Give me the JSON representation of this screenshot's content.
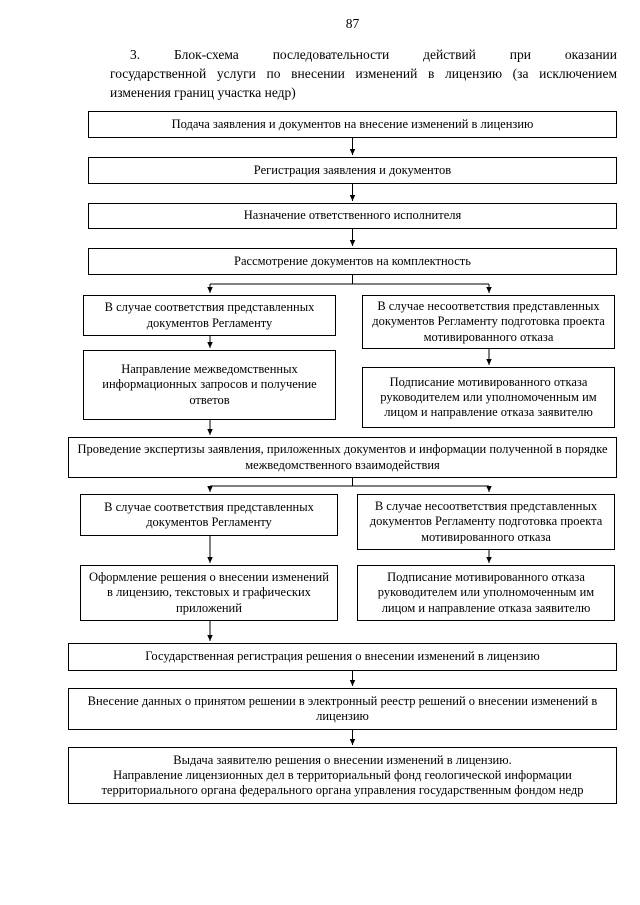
{
  "page": {
    "number": "87"
  },
  "heading": {
    "lines": [
      "3. Блок-схема последовательности действий при оказании",
      "государственной услуги по внесении изменений в лицензию (за исключением",
      "изменения границ участка недр)"
    ]
  },
  "flowchart": {
    "boxes": [
      {
        "name": "application-submission",
        "text": "Подача заявления и документов на внесение изменений в лицензию"
      },
      {
        "name": "registration",
        "text": "Регистрация заявления и документов"
      },
      {
        "name": "executor-assignment",
        "text": "Назначение ответственного исполнителя"
      },
      {
        "name": "completeness-review",
        "text": "Рассмотрение документов на комплектность"
      },
      {
        "name": "compliant-documents-1",
        "text": "В случае соответствия представленных документов Регламенту"
      },
      {
        "name": "noncompliant-documents-1",
        "text": "В случае несоответствия представленных документов Регламенту подготовка проекта мотивированного отказа"
      },
      {
        "name": "interagency-requests",
        "text": "Направление межведомственных информационных запросов и получение ответов"
      },
      {
        "name": "refusal-signing-1",
        "text": "Подписание мотивированного отказа руководителем или уполномоченным им лицом и направление отказа заявителю"
      },
      {
        "name": "expertise",
        "text": "Проведение экспертизы заявления, приложенных документов и информации полученной в порядке межведомственного взаимодействия"
      },
      {
        "name": "compliant-documents-2",
        "text": "В случае соответствия представленных документов Регламенту"
      },
      {
        "name": "noncompliant-documents-2",
        "text": "В случае несоответствия представленных документов Регламенту подготовка проекта мотивированного отказа"
      },
      {
        "name": "decision-drafting",
        "text": "Оформление решения о внесении изменений в лицензию, текстовых и графических приложений"
      },
      {
        "name": "refusal-signing-2",
        "text": "Подписание мотивированного отказа руководителем или уполномоченным им лицом и направление отказа заявителю"
      },
      {
        "name": "state-registration",
        "text": "Государственная регистрация решения о внесении изменений в лицензию"
      },
      {
        "name": "register-entry",
        "text": "Внесение данных о принятом решении в электронный реестр решений о внесении изменений в лицензию"
      },
      {
        "name": "issuance-and-transfer",
        "text": "Выдача заявителю решения о внесении изменений в лицензию.\nНаправление лицензионных дел в территориальный фонд геологической информации территориального органа федерального органа управления государственным фондом недр"
      }
    ]
  }
}
